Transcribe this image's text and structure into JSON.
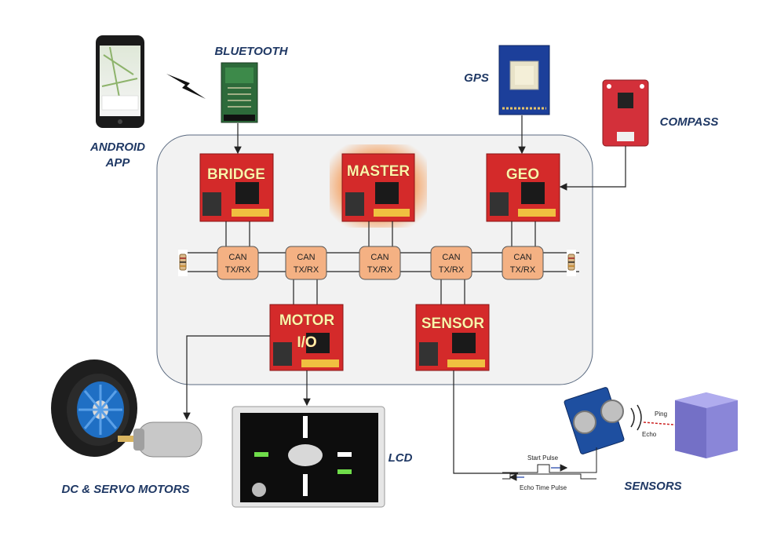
{
  "labels": {
    "bluetooth": "BLUETOOTH",
    "android_line1": "ANDROID",
    "android_line2": "APP",
    "gps": "GPS",
    "compass": "COMPASS",
    "dc_servo": "DC & SERVO MOTORS",
    "lcd": "LCD",
    "sensors": "SENSORS"
  },
  "boards": {
    "bridge": "BRIDGE",
    "master": "MASTER",
    "geo": "GEO",
    "motor_line1": "MOTOR",
    "motor_line2": "I/O",
    "sensor": "SENSOR"
  },
  "can": {
    "line1": "CAN",
    "line2": "TX/RX"
  },
  "ultrasonic": {
    "ping": "Ping",
    "echo": "Echo",
    "start_pulse": "Start Pulse",
    "echo_time_pulse": "Echo Time Pulse"
  },
  "colors": {
    "caption": "#1f3864",
    "board": "#d42a2a",
    "can_box": "#f4b183",
    "bus_panel": "#f2f2f2"
  }
}
